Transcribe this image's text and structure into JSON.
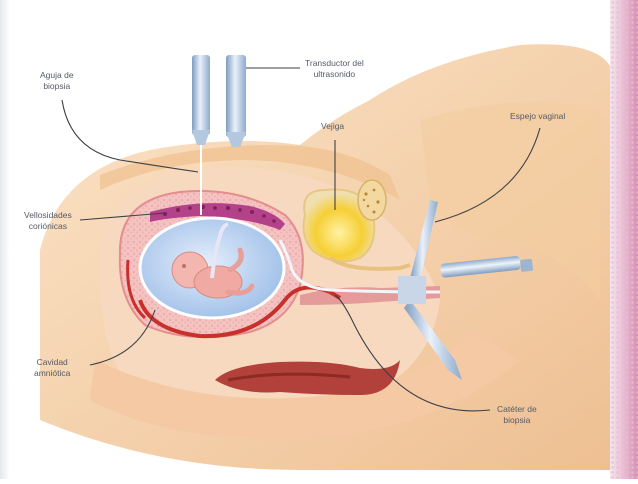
{
  "labels": {
    "needle": [
      "Aguja de",
      "biopsia"
    ],
    "transducer": [
      "Transductor del",
      "ultrasonido"
    ],
    "bladder": "Vejiga",
    "speculum": "Espejo vaginal",
    "villi": [
      "Vellosidades",
      "coriónicas"
    ],
    "amniotic": [
      "Cavidad",
      "amniótica"
    ],
    "catheter": [
      "Catéter de",
      "biopsia"
    ]
  },
  "colors": {
    "skin": "#f5cfa4",
    "uterus_wall": "#f3b9b9",
    "placenta": "#b3428a",
    "amniotic_fluid": "#bfd6f4",
    "fetus": "#f3b7b0",
    "blood_vessel": "#c8302c",
    "bladder_fill": "#f4cf3a",
    "instrument": "#a9bfd8",
    "edge_bar": "#d58fb3"
  }
}
